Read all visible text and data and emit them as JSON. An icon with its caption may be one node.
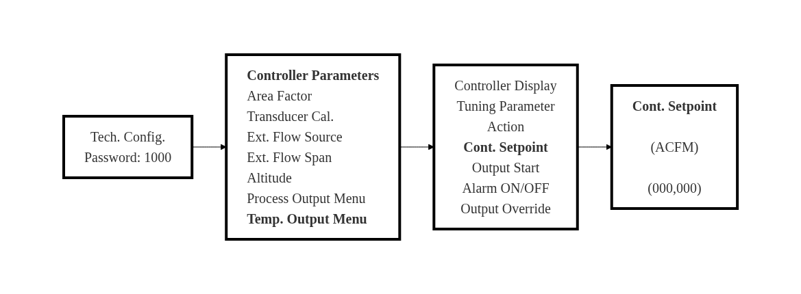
{
  "diagram": {
    "nodes": [
      {
        "text": [
          "Tech. Config.",
          "Password: 1000"
        ]
      },
      {
        "text": [
          "Controller Parameters",
          "Area Factor",
          "Transducer Cal.",
          "Ext. Flow Source",
          "Ext. Flow Span",
          "Altitude",
          "Process Output Menu",
          "Temp. Output Menu"
        ]
      },
      {
        "text": [
          "Controller Display",
          "Tuning Parameter",
          "Action",
          "Cont. Setpoint",
          "Output Start",
          "Alarm ON/OFF",
          "Output Override"
        ]
      },
      {
        "text": [
          "Cont. Setpoint",
          "(ACFM)",
          "(000,000)"
        ]
      }
    ],
    "edges": [
      {
        "from": 0,
        "to": 1,
        "arrow": "to"
      },
      {
        "from": 1,
        "to": 2,
        "arrow": "to"
      },
      {
        "from": 2,
        "to": 3,
        "arrow": "to"
      }
    ]
  }
}
